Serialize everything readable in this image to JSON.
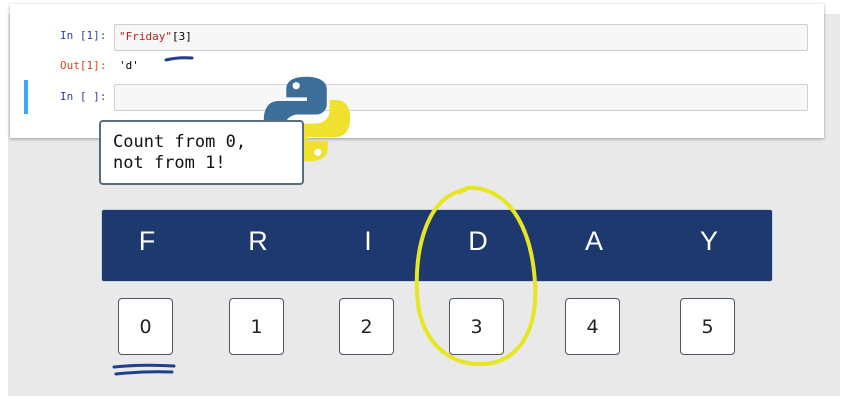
{
  "notebook": {
    "cell1": {
      "prompt": "In [1]:",
      "code_string": "\"Friday\"",
      "code_index": "[3]"
    },
    "output1": {
      "prompt": "Out[1]:",
      "value": "'d'"
    },
    "cell2": {
      "prompt": "In [ ]:",
      "code": ""
    }
  },
  "callout": {
    "text": "Count from 0,\nnot from 1!"
  },
  "word": {
    "letters": [
      "F",
      "R",
      "I",
      "D",
      "A",
      "Y"
    ]
  },
  "indices": [
    "0",
    "1",
    "2",
    "3",
    "4",
    "5"
  ],
  "colors": {
    "word_bar": "#1d3970",
    "highlight_circle": "#e6e623",
    "underline": "#1d3f8c",
    "python_blue": "#3d6e9a",
    "python_yellow": "#f0e130"
  },
  "icons": {
    "logo": "python-logo-icon"
  },
  "annotations": {
    "circled_letter": "D",
    "underlined_index": "0",
    "underlined_code": "[3]"
  }
}
